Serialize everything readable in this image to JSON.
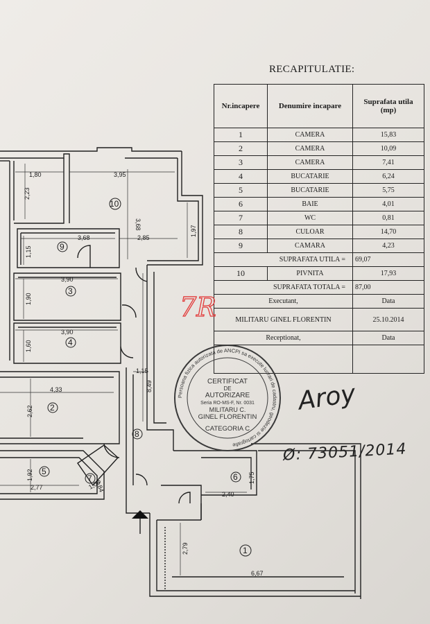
{
  "recap": {
    "title": "RECAPITULATIE:",
    "headers": [
      "Nr.incapere",
      "Denumire incapare",
      "Suprafata utila (mp)"
    ],
    "rows": [
      {
        "nr": "1",
        "name": "CAMERA",
        "area": "15,83"
      },
      {
        "nr": "2",
        "name": "CAMERA",
        "area": "10,09"
      },
      {
        "nr": "3",
        "name": "CAMERA",
        "area": "7,41"
      },
      {
        "nr": "4",
        "name": "BUCATARIE",
        "area": "6,24"
      },
      {
        "nr": "5",
        "name": "BUCATARIE",
        "area": "5,75"
      },
      {
        "nr": "6",
        "name": "BAIE",
        "area": "4,01"
      },
      {
        "nr": "7",
        "name": "WC",
        "area": "0,81"
      },
      {
        "nr": "8",
        "name": "CULOAR",
        "area": "14,70"
      },
      {
        "nr": "9",
        "name": "CAMARA",
        "area": "4,23"
      }
    ],
    "utila_label": "SUPRAFATA UTILA =",
    "utila_value": "69,07",
    "pivnita": {
      "nr": "10",
      "name": "PIVNITA",
      "area": "17,93"
    },
    "totala_label": "SUPRAFATA TOTALA =",
    "totala_value": "87,00",
    "executant_label": "Executant,",
    "data_label": "Data",
    "executant_name": "MILITARU GINEL FLORENTIN",
    "executant_date": "25.10.2014",
    "receptionat_label": "Receptionat,",
    "data_label_2": "Data"
  },
  "stamp": {
    "ring_text": "Persoana fizica autorizata de ANCPI sa execute lucrari de cadastru, geodezie si cartografie",
    "line1": "CERTIFICAT",
    "line2": "DE",
    "line3": "AUTORIZARE",
    "serial": "Seria RO-MS-F, Nr. 0031",
    "name1": "MILITARU C.",
    "name2": "GINEL FLORENTIN",
    "category": "CATEGORIA C"
  },
  "handwriting": {
    "signature": "Aroy",
    "registration": "Ø: 73051/2014"
  },
  "watermark": "7R",
  "plan": {
    "rooms": [
      "1",
      "2",
      "3",
      "4",
      "5",
      "6",
      "7",
      "8",
      "9",
      "10"
    ],
    "dims": [
      "1,80",
      "3,95",
      "2,23",
      "3,68",
      "3,68",
      "2,85",
      "1,97",
      "1,15",
      "3,90",
      "1,90",
      "3,90",
      "1,60",
      "1,15",
      "4,33",
      "2,62",
      "8,49",
      "1,92",
      "2,77",
      "0,84",
      "1,06",
      "1,75",
      "2,40",
      "2,79",
      "6,67"
    ]
  },
  "colors": {
    "ink": "#1b1b1b",
    "stamp": "#3a3a3a",
    "watermark": "#e23a3a"
  }
}
